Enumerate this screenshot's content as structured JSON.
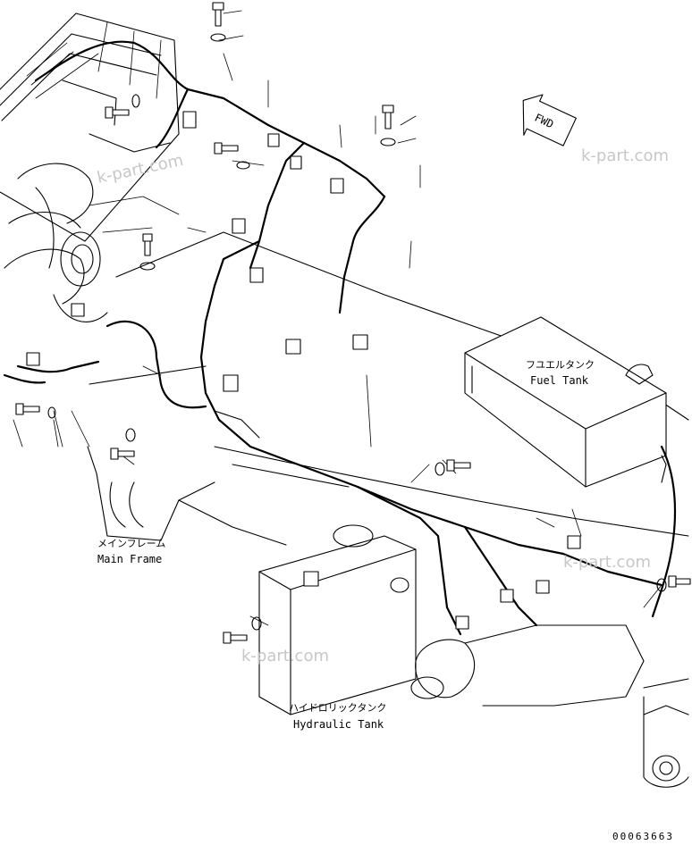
{
  "labels": {
    "fuel_tank_jp": "フユエルタンク",
    "fuel_tank_en": "Fuel Tank",
    "main_frame_jp": "メインフレーム",
    "main_frame_en": "Main Frame",
    "hydraulic_tank_jp": "ハイドロリックタンク",
    "hydraulic_tank_en": "Hydraulic Tank"
  },
  "direction_marker": "FWD",
  "watermarks": [
    "k-part.com",
    "k-part.com",
    "k-part.com",
    "k-part.com"
  ],
  "drawing_number": "00063663"
}
